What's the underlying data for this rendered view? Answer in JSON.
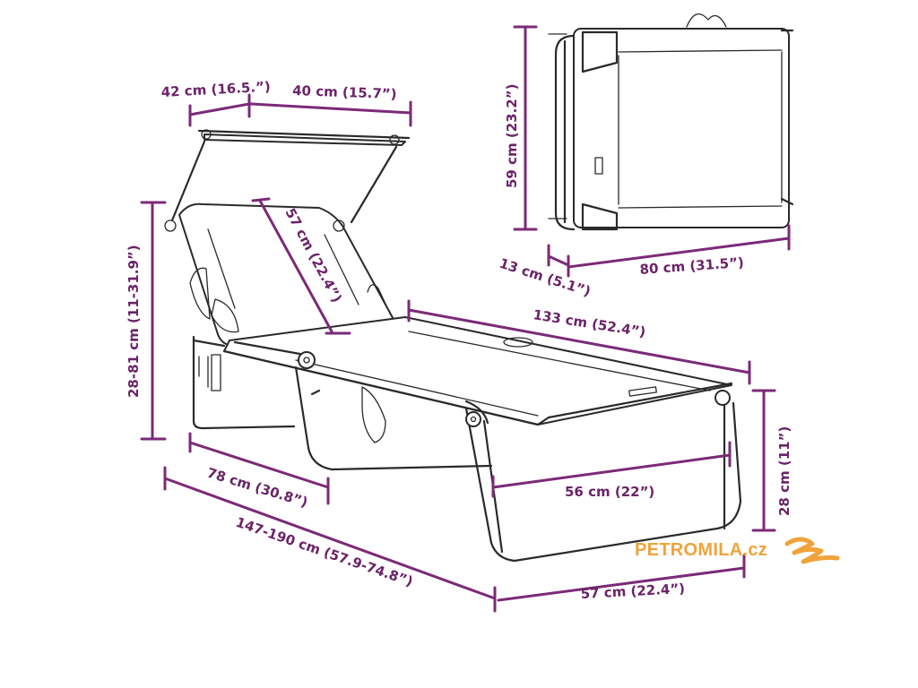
{
  "dimensions": {
    "canopy_depth": "42 cm (16.5.”)",
    "canopy_width": "40 cm (15.7”)",
    "backrest_length": "57 cm (22.4”)",
    "backrest_height": "28-81 cm (11-31.9”)",
    "seat_length": "133 cm (52.4”)",
    "leg_section_length": "78 cm (30.8”)",
    "total_length": "147-190 cm (57.9-74.8”)",
    "inner_width": "56 cm (22”)",
    "seat_height": "28 cm (11”)",
    "total_width": "57 cm (22.4”)",
    "folded_height": "59 cm (23.2”)",
    "folded_thickness": "13 cm (5.1”)",
    "folded_length": "80 cm (31.5”)"
  },
  "brand": {
    "name": "PETROMILA.cz"
  },
  "colors": {
    "dimension": "#7b2a78",
    "label": "#6b2368",
    "line_art": "#2a2a2a",
    "brand": "#f0a33a"
  }
}
